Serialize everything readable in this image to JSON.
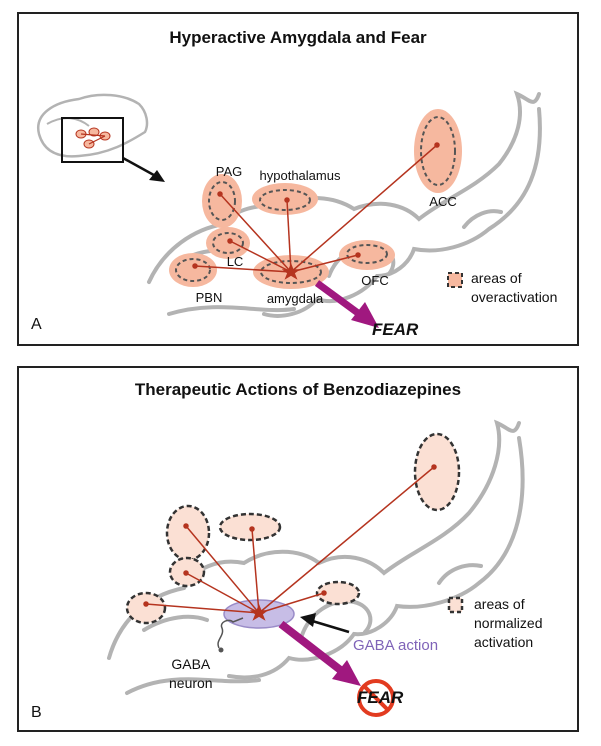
{
  "panel_a": {
    "title": "Hyperactive Amygdala and Fear",
    "letter": "A",
    "regions": {
      "pag": "PAG",
      "hypothalamus": "hypothalamus",
      "lc": "LC",
      "pbn": "PBN",
      "amygdala": "amygdala",
      "ofc": "OFC",
      "acc": "ACC"
    },
    "output_label": "FEAR",
    "legend": {
      "line1": "areas of",
      "line2": "overactivation"
    }
  },
  "panel_b": {
    "title": "Therapeutic Actions of Benzodiazepines",
    "letter": "B",
    "gaba_action": "GABA action",
    "gaba_neuron": {
      "line1": "GABA",
      "line2": "neuron"
    },
    "output_label": "FEAR",
    "legend": {
      "line1": "areas of",
      "line2": "normalized",
      "line3": "activation"
    }
  },
  "colors": {
    "overactive_fill": "#f6b89f",
    "normalized_fill": "#fbe0d4",
    "connection": "#b5341f",
    "arrow": "#a0187f",
    "gaba": "#c7bde6",
    "gaba_text": "#7f63b8",
    "brain_outline": "#b3b3b3",
    "no_sign": "#e23b20"
  }
}
